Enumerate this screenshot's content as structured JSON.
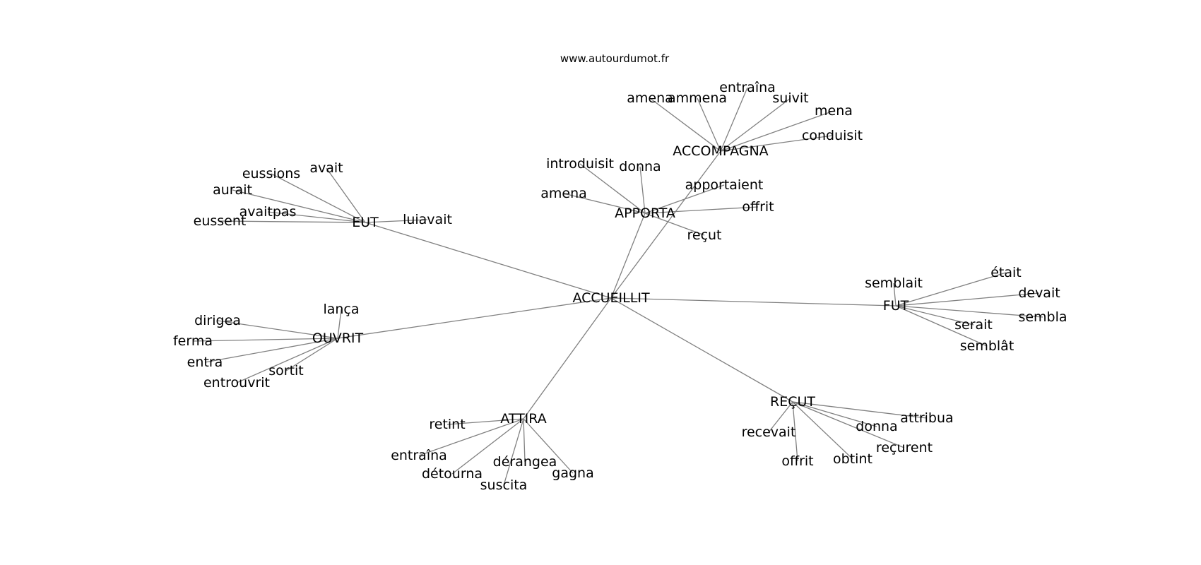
{
  "source": "www.autourdumot.fr",
  "colors": {
    "edge": "#808080",
    "text": "#000000",
    "background": "#ffffff"
  },
  "graph": {
    "root": "ACCUEILLIT",
    "hubs": [
      {
        "id": "EUT",
        "label": "EUT",
        "leaves": [
          "avait",
          "eussions",
          "aurait",
          "avaitpas",
          "eussent",
          "luiavait"
        ]
      },
      {
        "id": "APPORTA",
        "label": "APPORTA",
        "leaves": [
          "introduisit",
          "donna",
          "amena",
          "apportaient",
          "offrit",
          "reçut"
        ]
      },
      {
        "id": "ACCOMPAGNA",
        "label": "ACCOMPAGNA",
        "leaves": [
          "amena",
          "ammena",
          "entraîna",
          "suivit",
          "mena",
          "conduisit"
        ]
      },
      {
        "id": "FUT",
        "label": "FUT",
        "leaves": [
          "semblait",
          "était",
          "devait",
          "sembla",
          "serait",
          "semblât"
        ]
      },
      {
        "id": "OUVRIT",
        "label": "OUVRIT",
        "leaves": [
          "lança",
          "dirigea",
          "ferma",
          "entra",
          "sortit",
          "entrouvrit"
        ]
      },
      {
        "id": "ATTIRA",
        "label": "ATTIRA",
        "leaves": [
          "retint",
          "entraîna",
          "détourna",
          "dérangea",
          "suscita",
          "gagna"
        ]
      },
      {
        "id": "RECUT",
        "label": "REÇUT",
        "leaves": [
          "recevait",
          "offrit",
          "obtint",
          "donna",
          "attribua",
          "reçurent"
        ]
      }
    ]
  }
}
